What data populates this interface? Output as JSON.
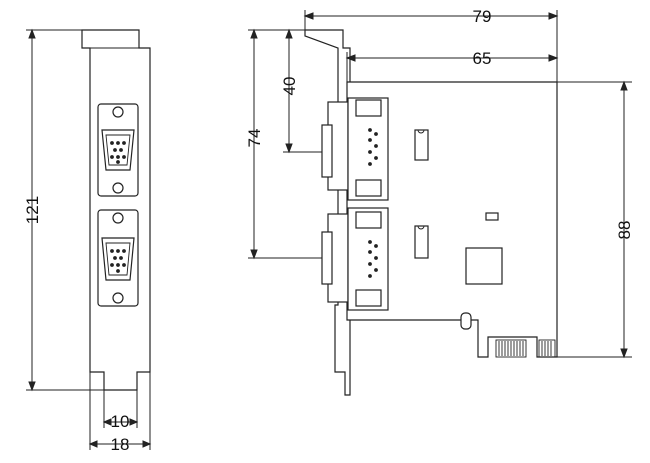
{
  "diagram": {
    "front_view": {
      "height_dimension": "121",
      "tab_width_dimension": "10",
      "bracket_width_dimension": "18"
    },
    "side_view": {
      "overall_length_dimension": "79",
      "board_length_dimension": "65",
      "upper_port_height_dimension": "40",
      "lower_port_height_dimension": "74",
      "board_height_dimension": "88"
    }
  }
}
